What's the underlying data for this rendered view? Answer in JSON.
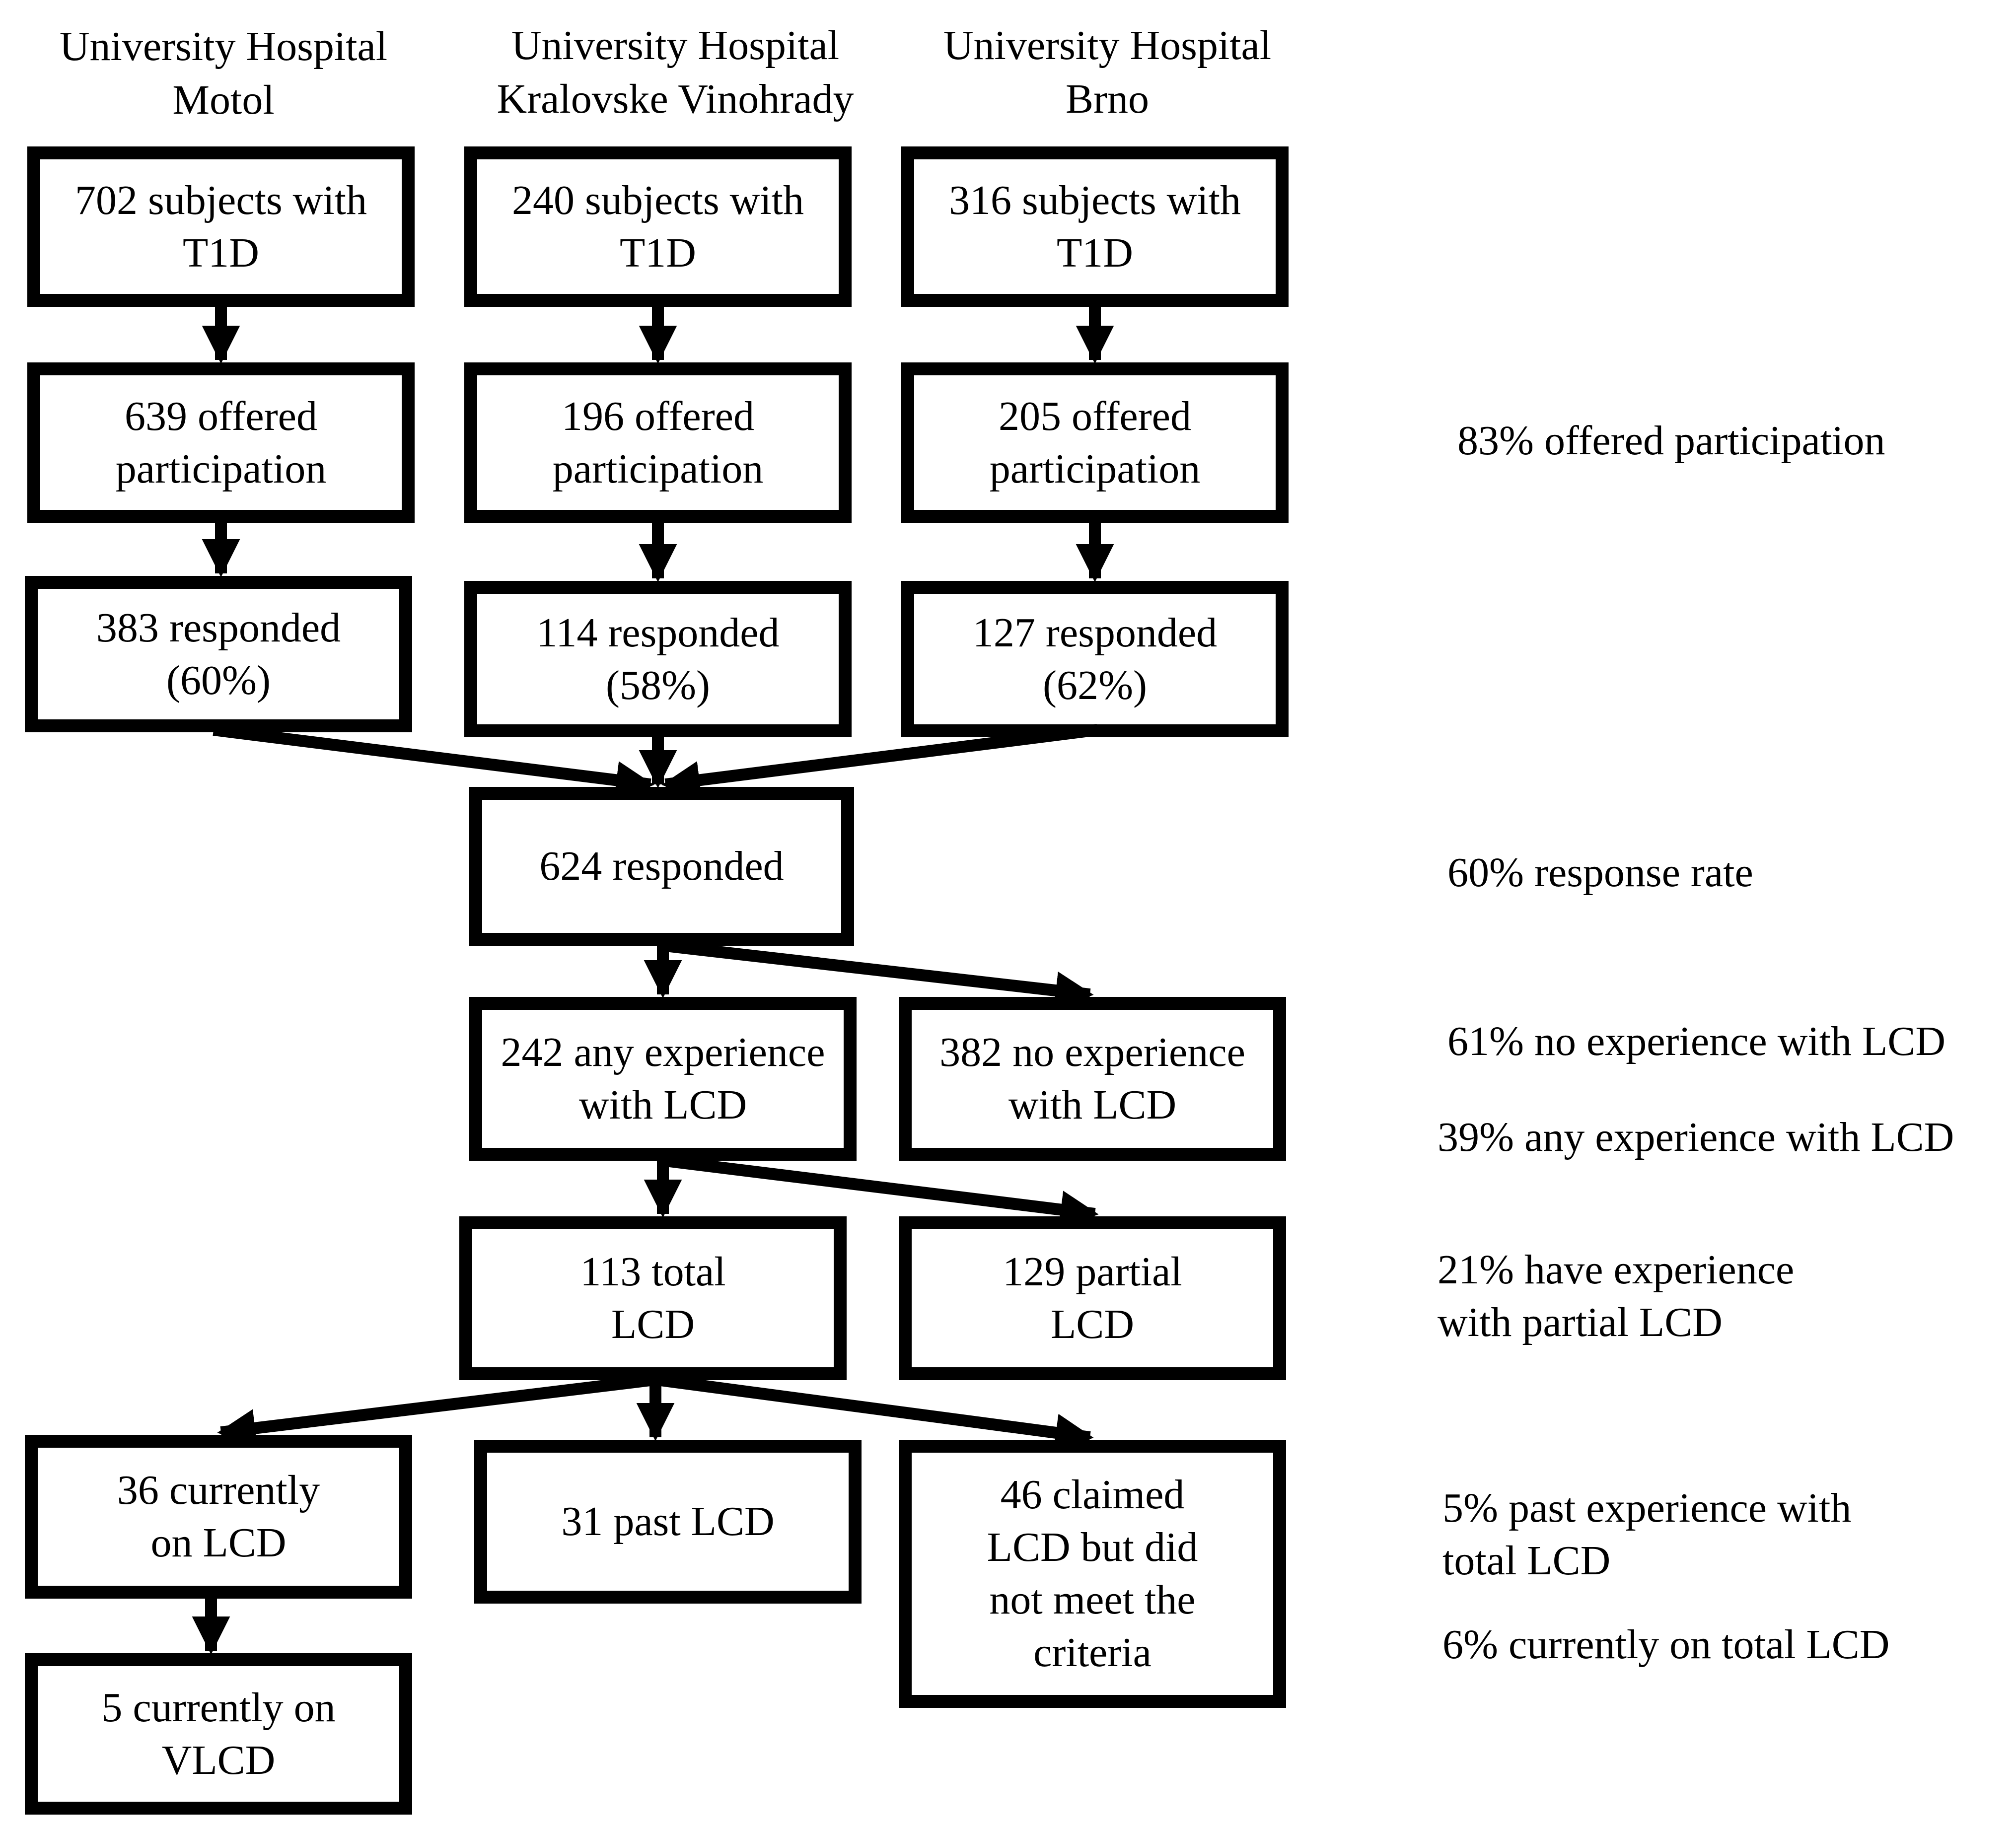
{
  "headers": {
    "motol": "University Hospital\nMotol",
    "vinohrady": "University Hospital\nKralovske Vinohrady",
    "brno": "University Hospital\nBrno"
  },
  "boxes": {
    "motol_subjects": "702 subjects with\nT1D",
    "vinohrady_subjects": "240 subjects with\nT1D",
    "brno_subjects": "316 subjects with\nT1D",
    "motol_offered": "639 offered\nparticipation",
    "vinohrady_offered": "196 offered\nparticipation",
    "brno_offered": "205 offered\nparticipation",
    "motol_responded": "383 responded\n(60%)",
    "vinohrady_responded": "114 responded\n(58%)",
    "brno_responded": "127 responded\n(62%)",
    "total_responded": "624 responded",
    "any_experience": "242 any experience\nwith LCD",
    "no_experience": "382 no experience\nwith LCD",
    "total_lcd": "113 total\nLCD",
    "partial_lcd": "129 partial\nLCD",
    "currently_lcd": "36 currently\non LCD",
    "past_lcd": "31 past LCD",
    "claimed_lcd": "46 claimed\nLCD but did\nnot meet the\ncriteria",
    "currently_vlcd": "5 currently on\nVLCD"
  },
  "notes": {
    "offered": "83% offered participation",
    "response_rate": "60% response rate",
    "no_experience": "61% no experience with LCD",
    "any_experience": "39% any experience with LCD",
    "partial": "21% have experience\nwith partial LCD",
    "past_total": "5% past experience with\ntotal LCD",
    "current_total": "6% currently on total LCD"
  }
}
